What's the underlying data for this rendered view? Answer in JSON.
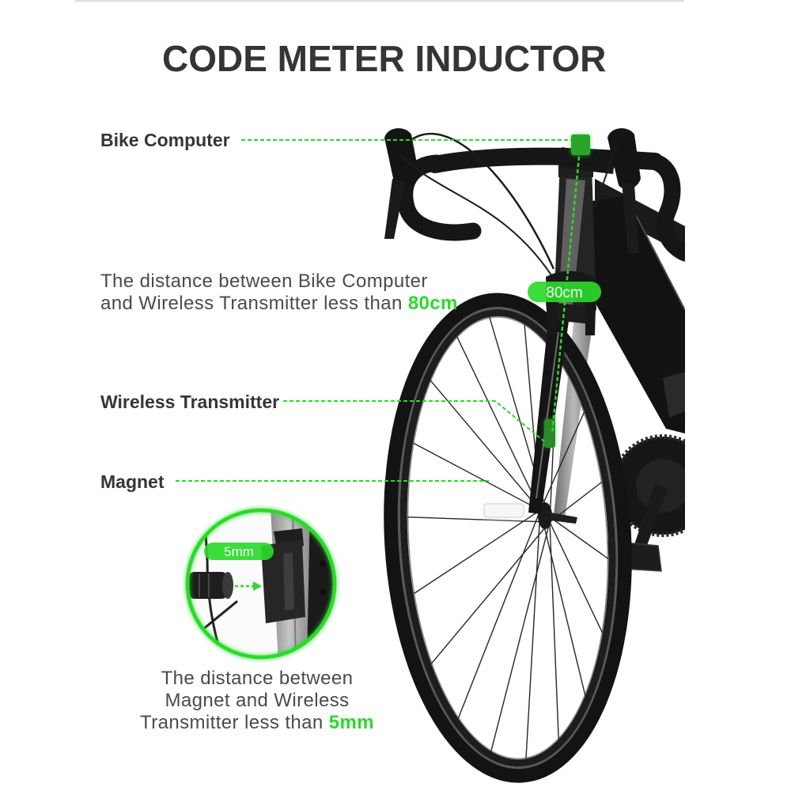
{
  "title": "CODE METER INDUCTOR",
  "labels": {
    "bike_computer": "Bike Computer",
    "wireless_transmitter": "Wireless Transmitter",
    "magnet": "Magnet"
  },
  "note_computer_distance": {
    "line1": "The distance between Bike Computer",
    "line2": "and Wireless Transmitter less than",
    "value": "80cm"
  },
  "note_magnet_distance": {
    "line1": "The distance between",
    "line2": "Magnet and Wireless",
    "line3": "Transmitter less than",
    "value": "5mm"
  },
  "badges": {
    "computer_distance": "80cm",
    "magnet_distance": "5mm"
  },
  "colors": {
    "accent_green": "#2bd92b",
    "text_dark": "#353535",
    "text_body": "#4a4a4a"
  }
}
